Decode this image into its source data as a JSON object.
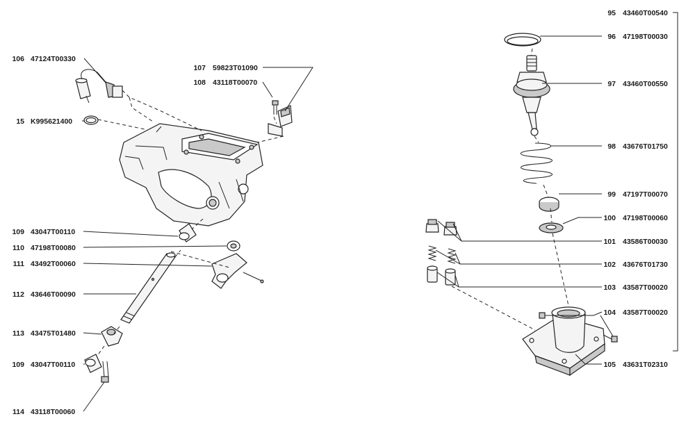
{
  "callouts": [
    {
      "id": "c95",
      "num": "95",
      "code": "43460T00540"
    },
    {
      "id": "c96",
      "num": "96",
      "code": "47198T00030"
    },
    {
      "id": "c97",
      "num": "97",
      "code": "43460T00550"
    },
    {
      "id": "c98",
      "num": "98",
      "code": "43676T01750"
    },
    {
      "id": "c99",
      "num": "99",
      "code": "47197T00070"
    },
    {
      "id": "c100",
      "num": "100",
      "code": "47198T00060"
    },
    {
      "id": "c101",
      "num": "101",
      "code": "43586T00030"
    },
    {
      "id": "c102",
      "num": "102",
      "code": "43676T01730"
    },
    {
      "id": "c103",
      "num": "103",
      "code": "43587T00020"
    },
    {
      "id": "c104",
      "num": "104",
      "code": "43587T00020"
    },
    {
      "id": "c105",
      "num": "105",
      "code": "43631T02310"
    },
    {
      "id": "c106",
      "num": "106",
      "code": "47124T00330"
    },
    {
      "id": "c15",
      "num": "15",
      "code": "K995621400"
    },
    {
      "id": "c107",
      "num": "107",
      "code": "59823T01090"
    },
    {
      "id": "c108",
      "num": "108",
      "code": "43118T00070"
    },
    {
      "id": "c109a",
      "num": "109",
      "code": "43047T00110"
    },
    {
      "id": "c110",
      "num": "110",
      "code": "47198T00080"
    },
    {
      "id": "c111",
      "num": "111",
      "code": "43492T00060"
    },
    {
      "id": "c112",
      "num": "112",
      "code": "43646T00090"
    },
    {
      "id": "c113",
      "num": "113",
      "code": "43475T01480"
    },
    {
      "id": "c109b",
      "num": "109",
      "code": "43047T00110"
    },
    {
      "id": "c114",
      "num": "114",
      "code": "43118T00060"
    }
  ]
}
